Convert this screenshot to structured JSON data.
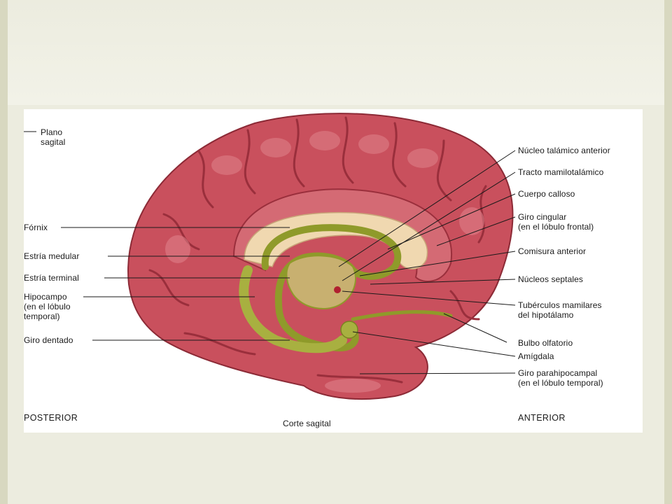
{
  "left_labels": {
    "plano_sagital": "Plano\nsagital",
    "fornix": "Fórnix",
    "estria_medular": "Estría medular",
    "estria_terminal": "Estría terminal",
    "hipocampo": "Hipocampo\n(en el lóbulo\ntemporal)",
    "giro_dentado": "Giro dentado"
  },
  "right_labels": {
    "nucleo_talamico": "Núcleo talámico anterior",
    "tracto_mamilotalamico": "Tracto mamilotalámico",
    "cuerpo_calloso": "Cuerpo calloso",
    "giro_cingular": "Giro cingular\n(en el lóbulo frontal)",
    "comisura_anterior": "Comisura anterior",
    "nucleos_septales": "Núcleos septales",
    "tuberculos_mamilares": "Tubérculos mamilares\ndel hipotálamo",
    "bulbo_olfatorio": "Bulbo olfatorio",
    "amigdala": "Amígdala",
    "giro_parahipocampal": "Giro parahipocampal\n(en el lóbulo temporal)"
  },
  "orientation": {
    "posterior": "POSTERIOR",
    "anterior": "ANTERIOR",
    "caption": "Corte sagital"
  },
  "colors": {
    "cortex": "#c9505d",
    "cortex_light": "#e0848c",
    "sulcus": "#9a2f3c",
    "limbic": "#8f9a2a",
    "corpus_callosum": "#f0d8b0"
  }
}
